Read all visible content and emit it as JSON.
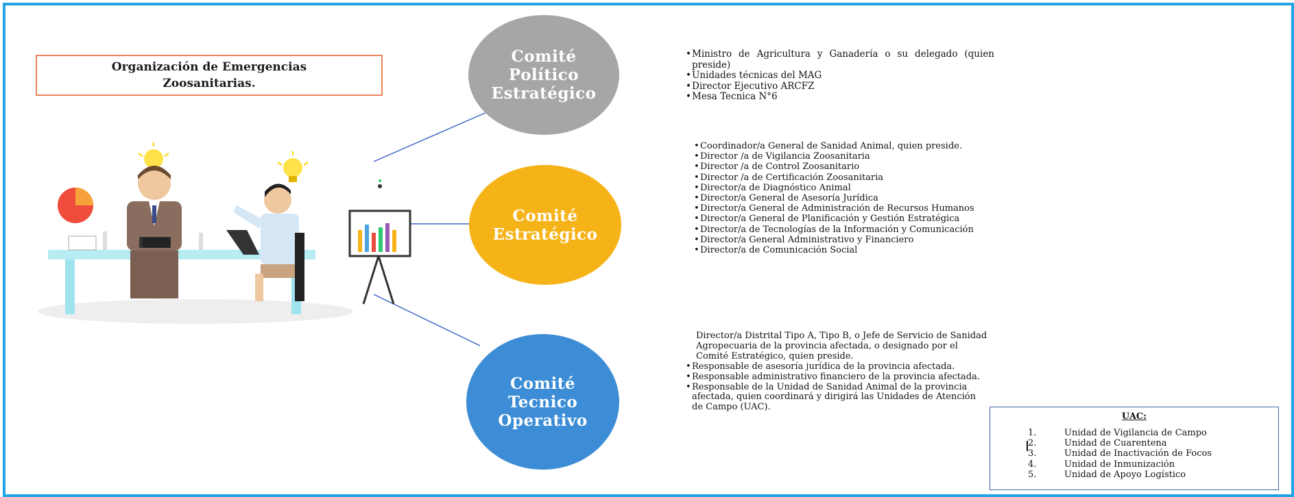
{
  "title": "Organización de Emergencias\nZoosanitarias.",
  "colors": {
    "frame": "#22a4e6",
    "politico": "#a7a5a5",
    "estrategico": "#f6b318",
    "operativo": "#3c8dd5",
    "title_border": "#e8845a",
    "uac_border": "#3f62a0"
  },
  "committees": {
    "politico": {
      "name": "Comité\nPolítico\nEstratégico",
      "members": [
        "Ministro de Agricultura y Ganadería o su delegado (quien preside)",
        "Unidades técnicas del MAG",
        "Director Ejecutivo ARCFZ",
        "Mesa Tecnica N°6"
      ]
    },
    "estrategico": {
      "name": "Comité\nEstratégico",
      "members": [
        "Coordinador/a General de Sanidad Animal, quien preside.",
        "Director /a de Vigilancia Zoosanitaria",
        "Director /a de Control Zoosanitario",
        "Director /a de Certificación Zoosanitaria",
        "Director/a de Diagnóstico Animal",
        "Director/a General de Asesoría Jurídica",
        "Director/a General de Administración de Recursos Humanos",
        "Director/a General de Planificación y Gestión Estratégica",
        "Director/a de Tecnologías de la Información y Comunicación",
        "Director/a General Administrativo y Financiero",
        "Director/a de Comunicación Social"
      ]
    },
    "operativo": {
      "name": "Comité\nTecnico\nOperativo",
      "lead": "Director/a Distrital Tipo A, Tipo B, o Jefe de Servicio de Sanidad Agropecuaria de la provincia afectada, o designado por el Comité Estratégico, quien preside.",
      "members": [
        "Responsable de asesoría jurídica de la provincia afectada.",
        "Responsable administrativo financiero de la provincia afectada.",
        "Responsable de la Unidad de Sanidad Animal de la provincia afectada, quien coordinará y dirigirá las Unidades de Atención de Campo (UAC)."
      ]
    }
  },
  "uac": {
    "title": "UAC:",
    "items": [
      {
        "num": "1.",
        "label": "Unidad de Vigilancia de Campo"
      },
      {
        "num": "2.",
        "label": "Unidad de Cuarentena"
      },
      {
        "num": "3.",
        "label": "Unidad de Inactivación de Focos"
      },
      {
        "num": "4.",
        "label": "Unidad de Inmunización"
      },
      {
        "num": "5.",
        "label": "Unidad de Apoyo Logístico"
      }
    ]
  },
  "icons": [
    "lightbulb-icon",
    "pie-chart-icon",
    "bar-chart-icon",
    "laptop-icon",
    "tablet-icon"
  ]
}
